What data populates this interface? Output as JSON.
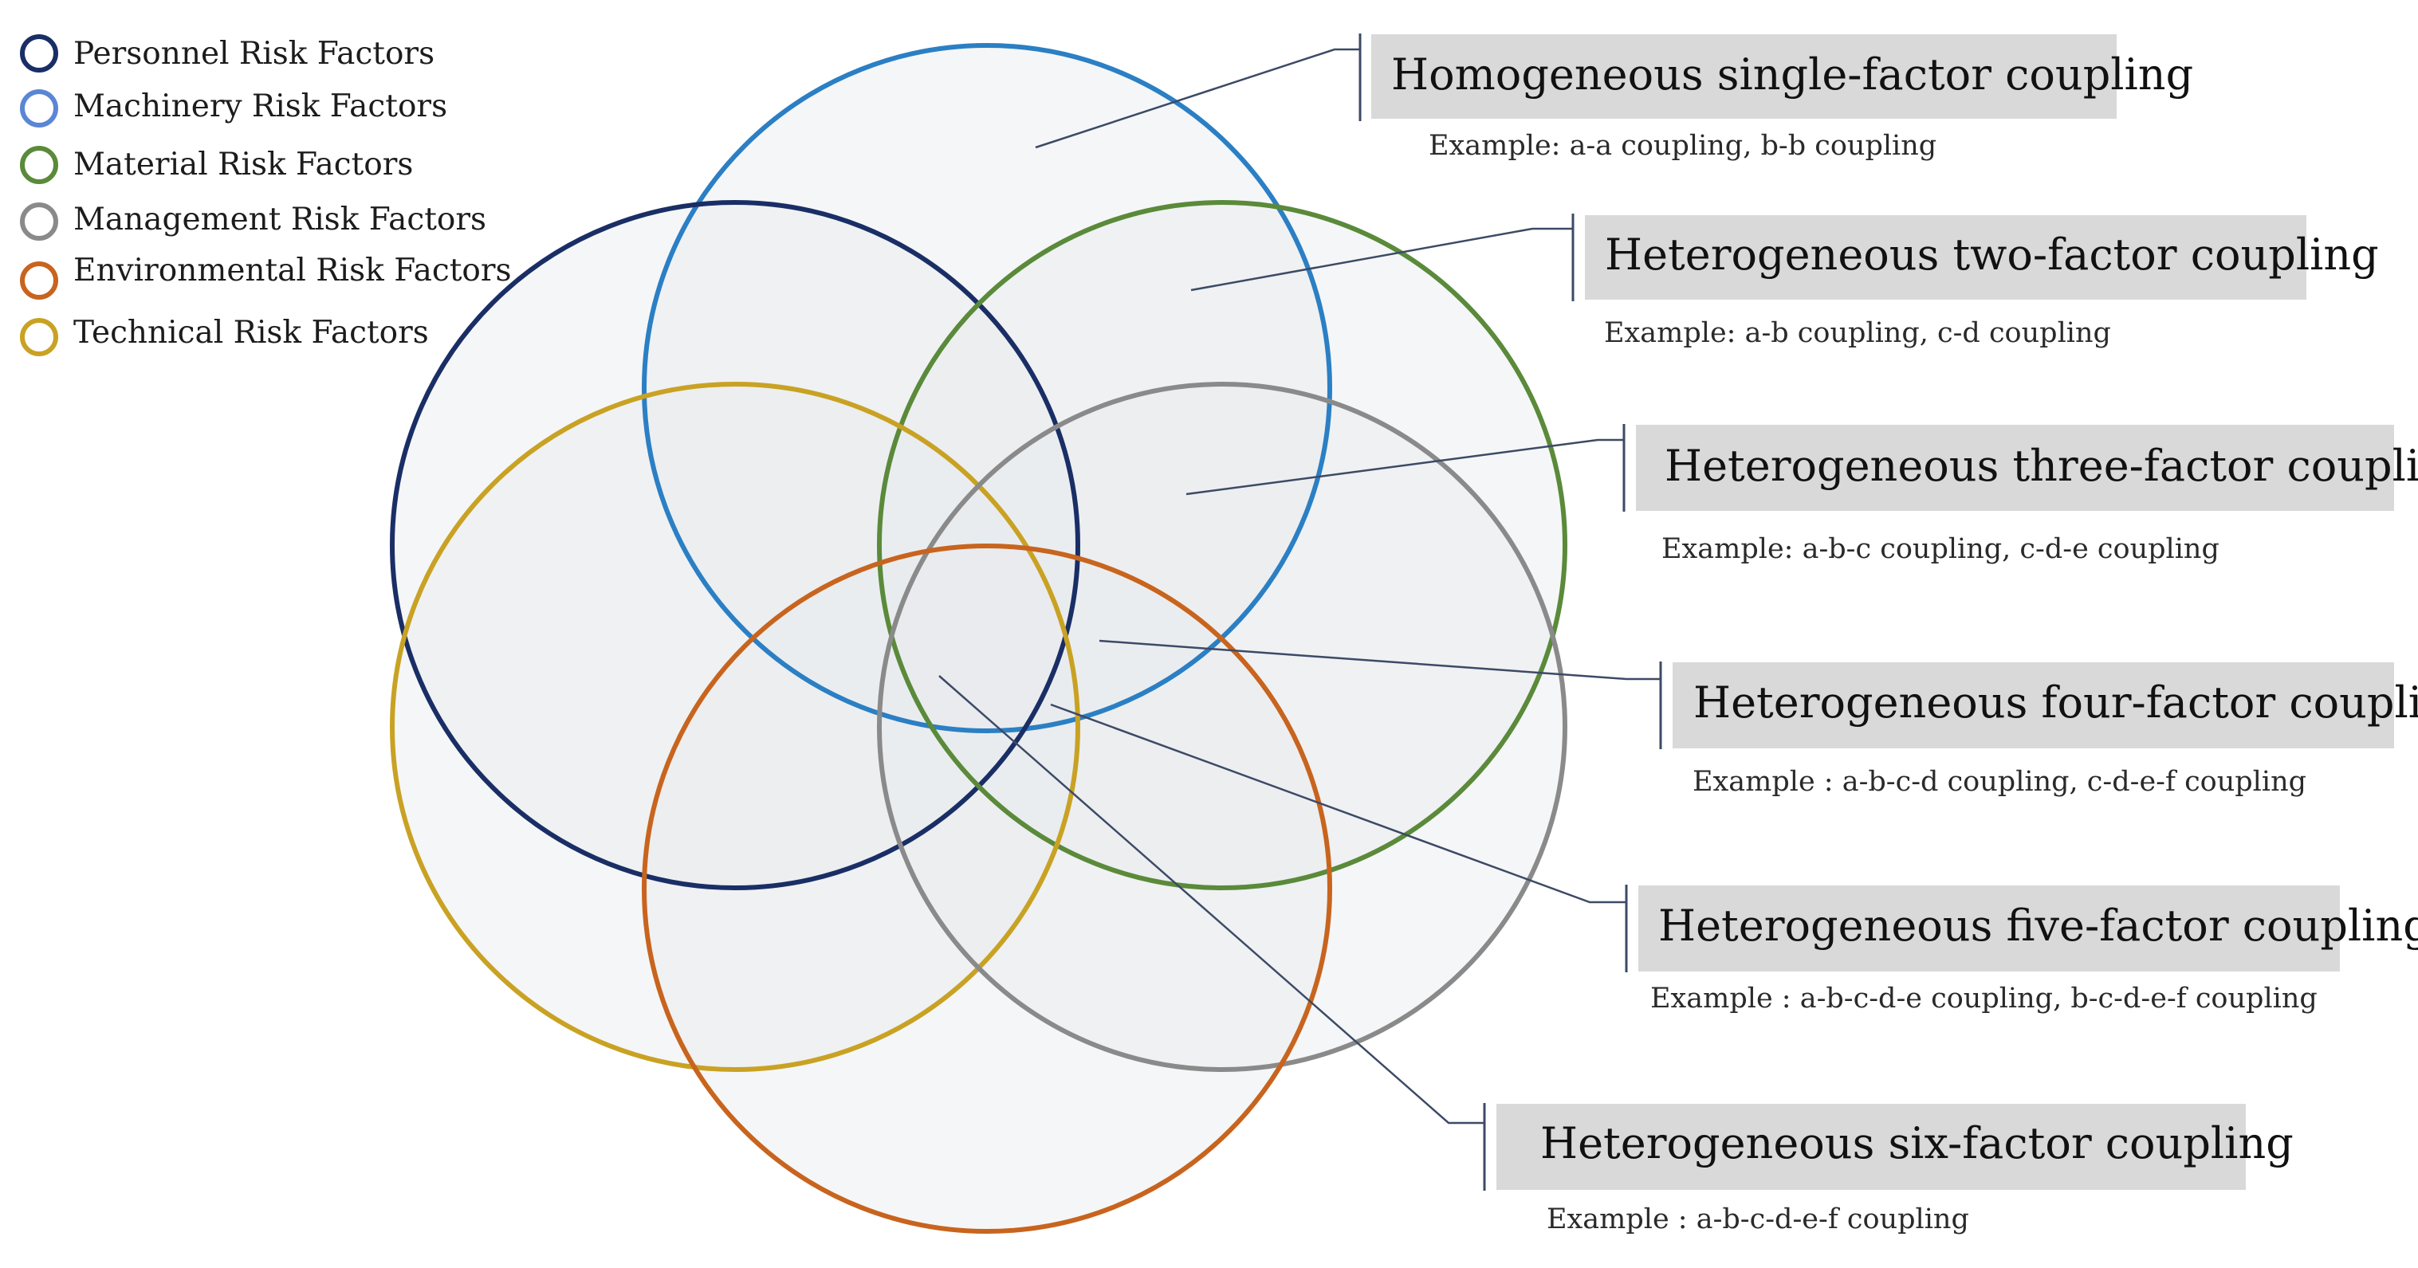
{
  "legend": [
    {
      "label": "Personnel Risk Factors",
      "color": "#1a2e66"
    },
    {
      "label": "Machinery Risk Factors",
      "color": "#5b86d6"
    },
    {
      "label": "Material Risk Factors",
      "color": "#5a8a3a"
    },
    {
      "label": "Management Risk Factors",
      "color": "#8a8a8a"
    },
    {
      "label": "Environmental Risk Factors",
      "color": "#c8641e"
    },
    {
      "label": "Technical Risk Factors",
      "color": "#c9a224"
    }
  ],
  "circles": [
    {
      "name": "personnel",
      "color": "#1a2e66"
    },
    {
      "name": "machinery",
      "color": "#2b7fc4"
    },
    {
      "name": "material",
      "color": "#5a8a3a"
    },
    {
      "name": "management",
      "color": "#8a8a8a"
    },
    {
      "name": "environmental",
      "color": "#c8641e"
    },
    {
      "name": "technical",
      "color": "#c9a224"
    }
  ],
  "callouts": [
    {
      "title": "Homogeneous single-factor coupling",
      "example": "Example: a-a coupling, b-b coupling"
    },
    {
      "title": "Heterogeneous two-factor coupling",
      "example": "Example: a-b coupling, c-d coupling"
    },
    {
      "title": "Heterogeneous three-factor coupling",
      "example": "Example: a-b-c coupling, c-d-e coupling"
    },
    {
      "title": "Heterogeneous four-factor coupling",
      "example": "Example : a-b-c-d coupling, c-d-e-f coupling"
    },
    {
      "title": "Heterogeneous five-factor coupling",
      "example": "Example : a-b-c-d-e coupling, b-c-d-e-f coupling"
    },
    {
      "title": "Heterogeneous six-factor coupling",
      "example": "Example : a-b-c-d-e-f coupling"
    }
  ],
  "colors": {
    "box_fill": "#d9d9d9",
    "leader_line": "#3d4a66",
    "circle_fill": "#e9eaee"
  }
}
